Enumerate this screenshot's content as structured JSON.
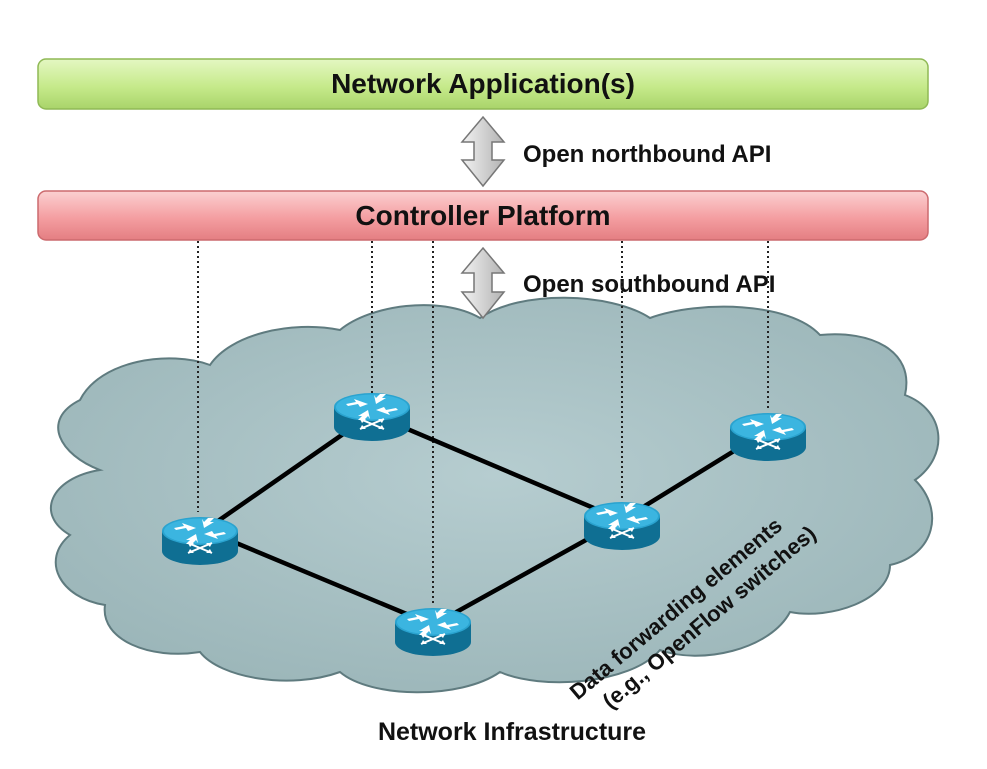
{
  "layers": {
    "application_label": "Network Application(s)",
    "controller_label": "Controller Platform",
    "infrastructure_label": "Network Infrastructure"
  },
  "apis": {
    "northbound_label": "Open northbound API",
    "southbound_label": "Open southbound API"
  },
  "data_plane": {
    "line1": "Data forwarding elements",
    "line2": "(e.g., OpenFlow switches)"
  },
  "colors": {
    "application_bar": "#c9ec8f",
    "controller_bar": "#f7a0a3",
    "cloud": "#a5bfc2",
    "router": "#1f8fb8",
    "arrow": "#c9c9c9"
  }
}
